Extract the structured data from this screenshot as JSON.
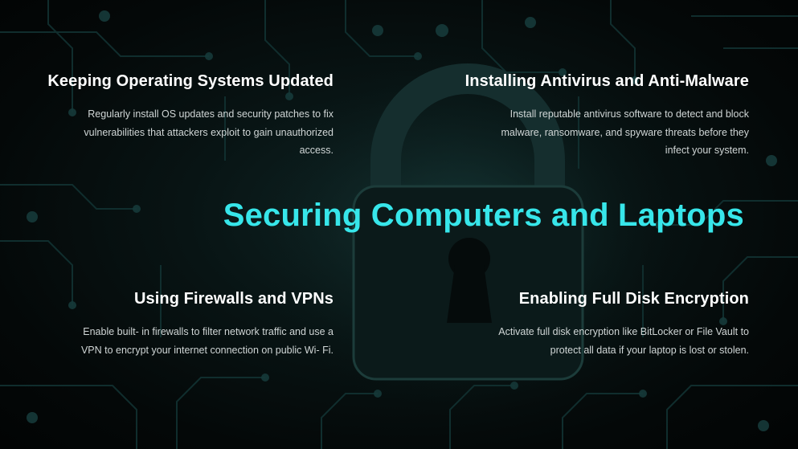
{
  "title": "Securing Computers and Laptops",
  "colors": {
    "accent": "#37e6ea",
    "background": "#05090a",
    "heading": "#ffffff",
    "body": "#d0d6d6"
  },
  "icons": {
    "background": "padlock-icon"
  },
  "sections": [
    {
      "heading": "Keeping Operating Systems Updated",
      "lines": [
        "Regularly install OS updates and security patches to fix",
        "vulnerabilities that attackers exploit to gain unauthorized",
        "access."
      ]
    },
    {
      "heading": "Installing Antivirus and Anti-Malware",
      "lines": [
        "Install reputable antivirus software to detect and block",
        "malware, ransomware, and spyware threats before they",
        "infect your system."
      ]
    },
    {
      "heading": "Using Firewalls and VPNs",
      "lines": [
        "Enable built- in firewalls to filter network traffic and use a",
        "VPN to encrypt your internet connection on public Wi- Fi."
      ]
    },
    {
      "heading": "Enabling Full Disk Encryption",
      "lines": [
        "Activate full disk encryption like BitLocker or File Vault to",
        "protect all data if your laptop is lost or stolen."
      ]
    }
  ]
}
